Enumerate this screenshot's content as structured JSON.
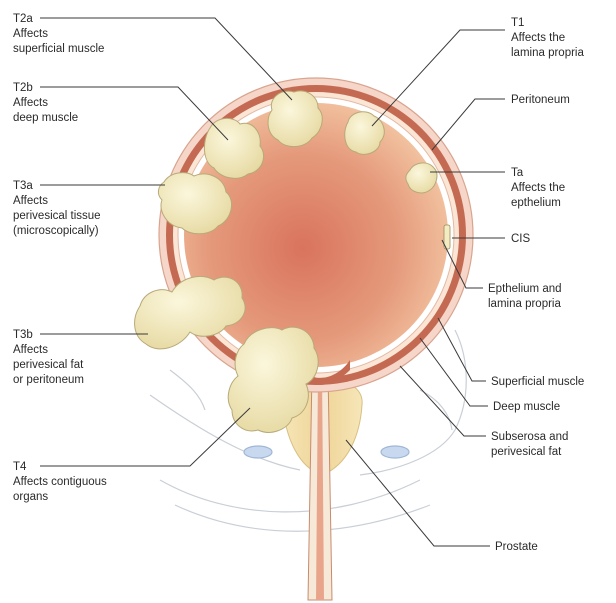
{
  "labels": {
    "t2a": {
      "line1": "T2a",
      "line2": "Affects",
      "line3": "superficial muscle"
    },
    "t2b": {
      "line1": "T2b",
      "line2": "Affects",
      "line3": "deep muscle"
    },
    "t3a": {
      "line1": "T3a",
      "line2": "Affects",
      "line3": "perivesical tissue",
      "line4": "(microscopically)"
    },
    "t3b": {
      "line1": "T3b",
      "line2": "Affects",
      "line3": "perivesical fat",
      "line4": "or peritoneum"
    },
    "t4": {
      "line1": "T4",
      "line2": "Affects contiguous",
      "line3": "organs"
    },
    "t1": {
      "line1": "T1",
      "line2": "Affects the",
      "line3": "lamina propria"
    },
    "peritoneum": "Peritoneum",
    "ta": {
      "line1": "Ta",
      "line2": "Affects the",
      "line3": "epthelium"
    },
    "cis": "CIS",
    "epithelium": {
      "line1": "Epthelium and",
      "line2": "lamina propria"
    },
    "superficial_muscle": "Superficial muscle",
    "deep_muscle": "Deep muscle",
    "subserosa": {
      "line1": "Subserosa and",
      "line2": "perivesical fat"
    },
    "prostate": "Prostate"
  },
  "colors": {
    "bladder_lumen": "#e8a080",
    "bladder_wall": "#c56a52",
    "wall_inner": "#fbe6d6",
    "tumor": "#f3ecc2",
    "prostate": "#f2dca6",
    "leader": "#3a3a3a"
  }
}
